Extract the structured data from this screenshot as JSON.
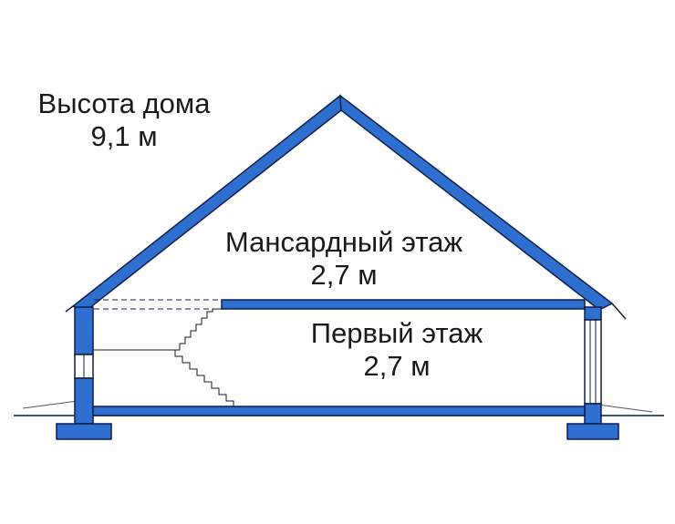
{
  "house_height": {
    "title": "Высота дома",
    "value": "9,1 м"
  },
  "attic_floor": {
    "title": "Мансардный этаж",
    "value": "2,7 м"
  },
  "first_floor": {
    "title": "Первый этаж",
    "value": "2,7 м"
  },
  "colors": {
    "structure_fill": "#2e6fd0",
    "outline": "#0d1f4a",
    "text": "#1a1a1a"
  }
}
